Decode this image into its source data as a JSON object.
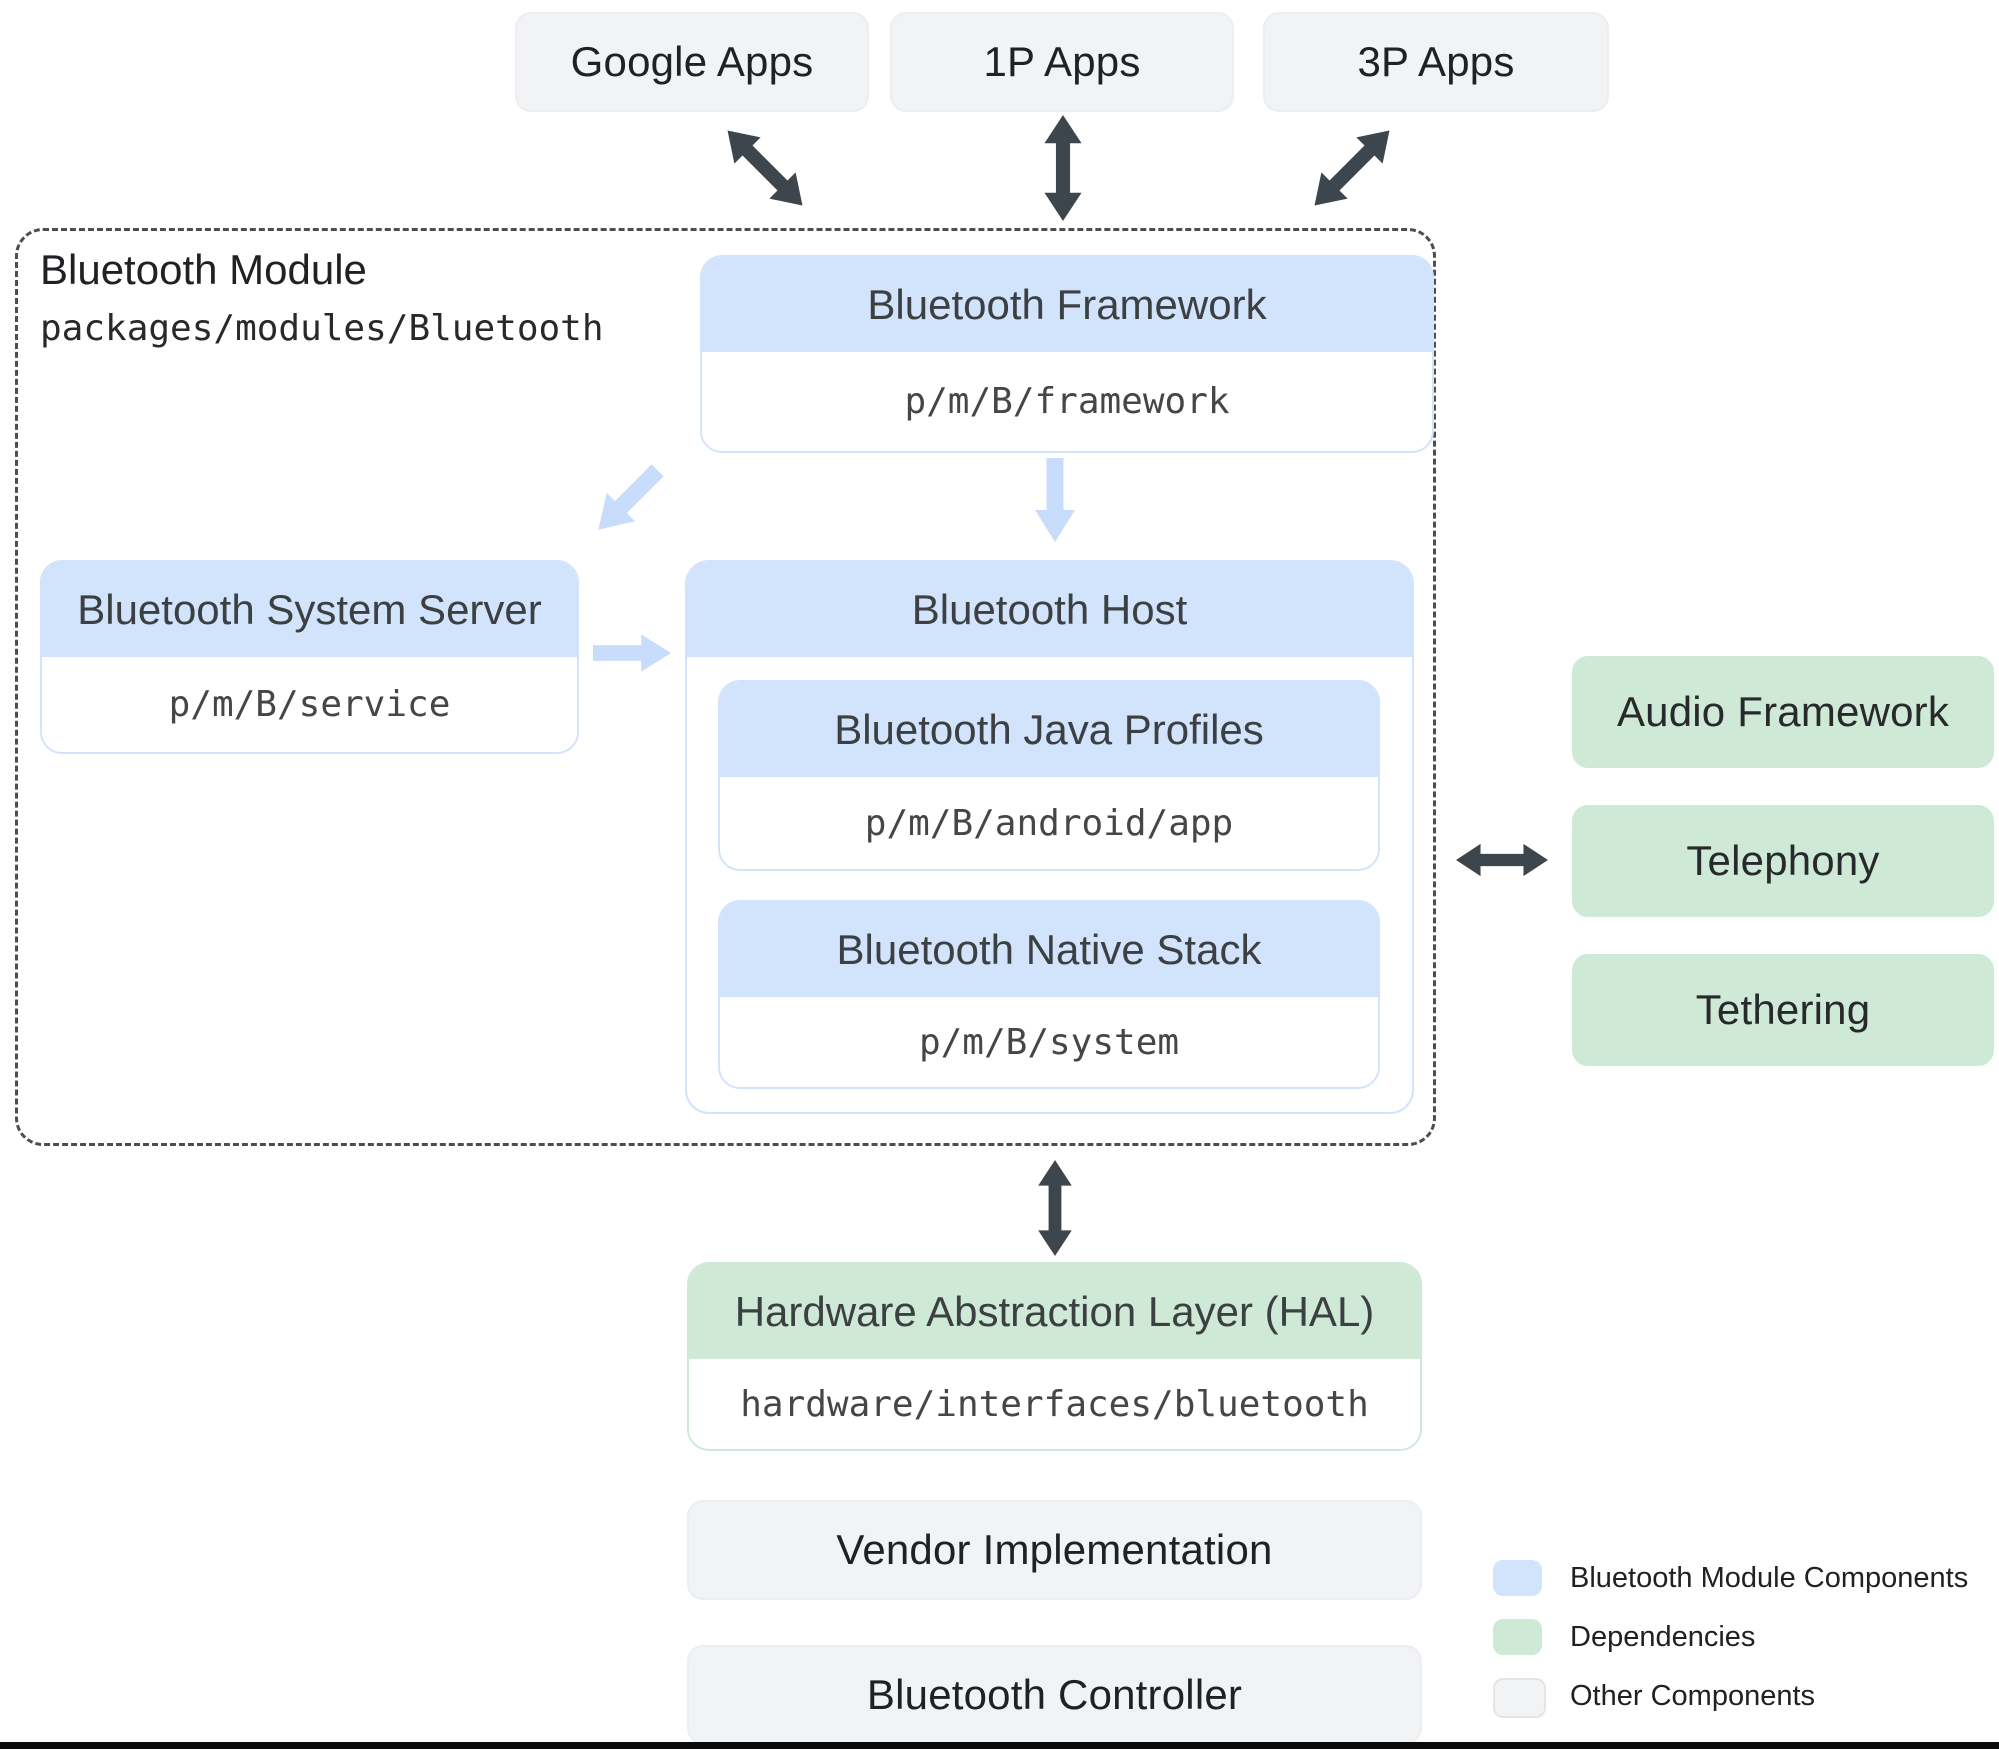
{
  "colors": {
    "module_component_fill": "#d2e3fc",
    "dependency_fill": "#ceead6",
    "other_fill": "#f1f3f4",
    "dark_arrow": "#3e464d",
    "light_arrow": "#c8dcfb"
  },
  "top_apps": [
    {
      "label": "Google Apps"
    },
    {
      "label": "1P Apps"
    },
    {
      "label": "3P Apps"
    }
  ],
  "bluetooth_module": {
    "title": "Bluetooth Module",
    "path": "packages/modules/Bluetooth",
    "framework": {
      "title": "Bluetooth Framework",
      "path": "p/m/B/framework"
    },
    "system_server": {
      "title": "Bluetooth System Server",
      "path": "p/m/B/service"
    },
    "host": {
      "title": "Bluetooth Host",
      "java_profiles": {
        "title": "Bluetooth Java Profiles",
        "path": "p/m/B/android/app"
      },
      "native_stack": {
        "title": "Bluetooth Native Stack",
        "path": "p/m/B/system"
      }
    }
  },
  "dependencies": [
    {
      "label": "Audio Framework"
    },
    {
      "label": "Telephony"
    },
    {
      "label": "Tethering"
    }
  ],
  "hal": {
    "title": "Hardware Abstraction Layer (HAL)",
    "path": "hardware/interfaces/bluetooth"
  },
  "other_components": [
    {
      "label": "Vendor Implementation"
    },
    {
      "label": "Bluetooth Controller"
    }
  ],
  "legend": [
    {
      "label": "Bluetooth Module Components",
      "color": "#d2e3fc"
    },
    {
      "label": "Dependencies",
      "color": "#ceead6"
    },
    {
      "label": "Other Components",
      "color": "#f1f3f4"
    }
  ]
}
